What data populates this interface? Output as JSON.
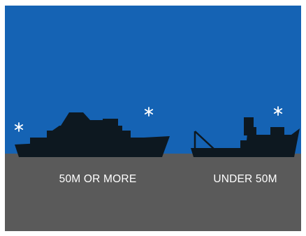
{
  "colors": {
    "sky": "#1563b4",
    "sea": "#5a5a5a",
    "vessel": "#0d1820",
    "light": "#ffffff",
    "text": "#ffffff"
  },
  "left_vessel": {
    "label": "50M OR MORE",
    "lights": 2
  },
  "right_vessel": {
    "label": "UNDER 50M",
    "lights": 1
  }
}
